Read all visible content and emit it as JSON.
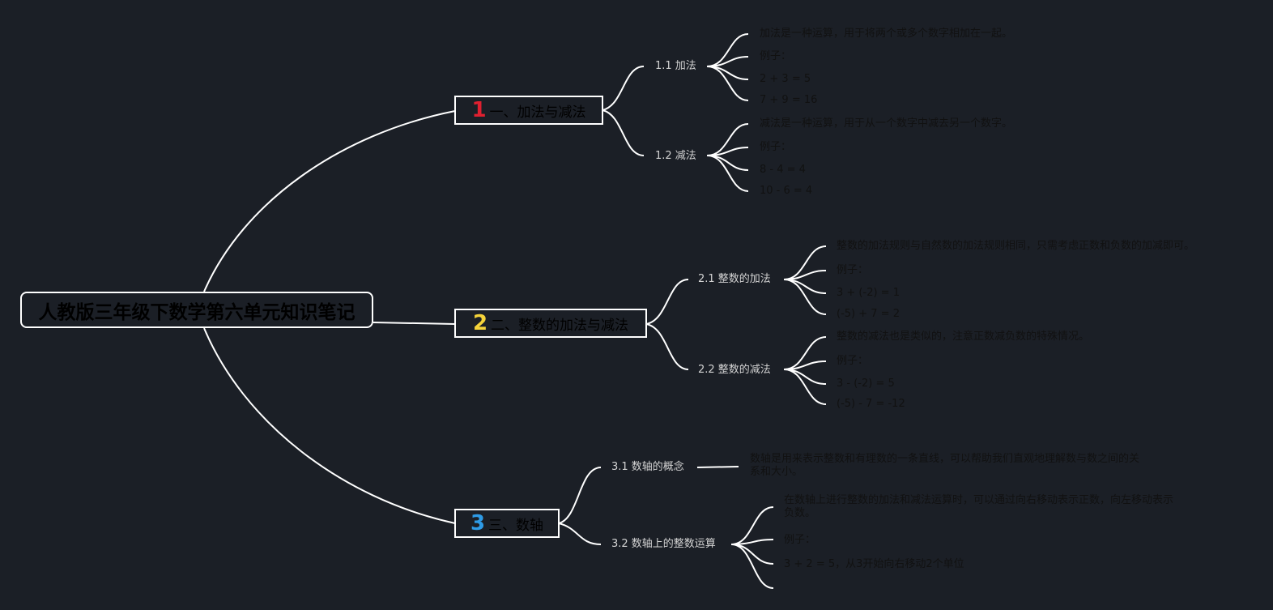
{
  "root": {
    "title": "人教版三年级下数学第六单元知识笔记"
  },
  "branches": [
    {
      "number": "1",
      "number_color": "#e02030",
      "label": "一、加法与减法",
      "subtopics": [
        {
          "label": "1.1 加法",
          "leaves": [
            "加法是一种运算，用于将两个或多个数字相加在一起。",
            "例子：",
            "2 + 3 = 5",
            "7 + 9 = 16"
          ]
        },
        {
          "label": "1.2 减法",
          "leaves": [
            "减法是一种运算，用于从一个数字中减去另一个数字。",
            "例子：",
            "8 - 4 = 4",
            "10 - 6 = 4"
          ]
        }
      ]
    },
    {
      "number": "2",
      "number_color": "#f5d33a",
      "label": "二、整数的加法与减法",
      "subtopics": [
        {
          "label": "2.1 整数的加法",
          "leaves": [
            "整数的加法规则与自然数的加法规则相同，只需考虑正数和负数的加减即可。",
            "例子：",
            "3 + (-2) = 1",
            "(-5) + 7 = 2"
          ]
        },
        {
          "label": "2.2 整数的减法",
          "leaves": [
            "整数的减法也是类似的，注意正数减负数的特殊情况。",
            "例子：",
            "3 - (-2) = 5",
            "(-5) - 7 = -12"
          ]
        }
      ]
    },
    {
      "number": "3",
      "number_color": "#2e9be6",
      "label": "三、数轴",
      "subtopics": [
        {
          "label": "3.1 数轴的概念",
          "leaves": [
            "数轴是用来表示整数和有理数的一条直线，可以帮助我们直观地理解数与数之间的关系和大小。"
          ]
        },
        {
          "label": "3.2 数轴上的整数运算",
          "leaves": [
            "在数轴上进行整数的加法和减法运算时，可以通过向右移动表示正数，向左移动表示负数。",
            "例子：",
            "3 + 2 = 5，从3开始向右移动2个单位"
          ]
        }
      ]
    }
  ]
}
